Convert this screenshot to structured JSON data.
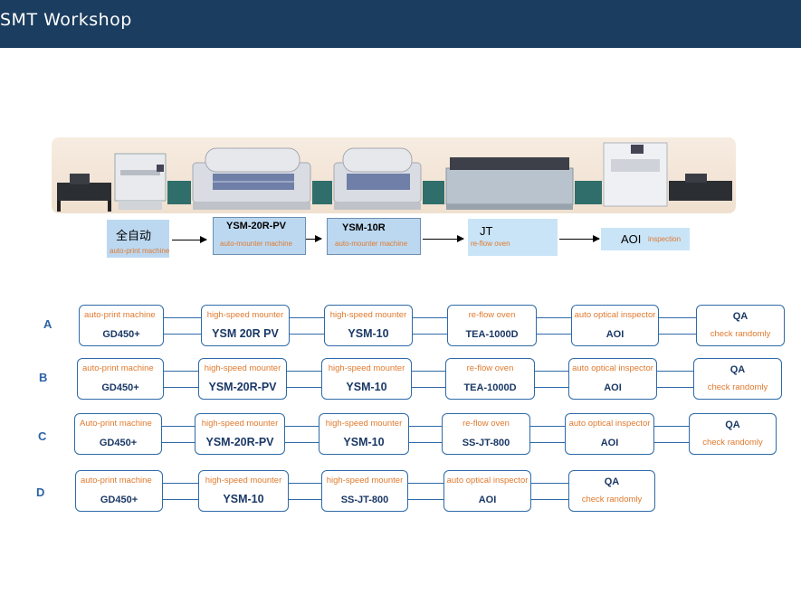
{
  "header": {
    "title": "SMT Workshop"
  },
  "flow": [
    {
      "main": "全自动",
      "sub": "auto-print machine"
    },
    {
      "main": "YSM-20R-PV",
      "sub": "auto-mounter machine"
    },
    {
      "main": "YSM-10R",
      "sub": "auto-mounter machine"
    },
    {
      "main": "JT",
      "sub": "re-flow oven"
    },
    {
      "main": "AOI",
      "sub": "inspection"
    }
  ],
  "lines": [
    {
      "letter": "A",
      "stages": [
        {
          "label": "auto-print machine",
          "value": "GD450+"
        },
        {
          "label": "high-speed mounter",
          "value": "YSM 20R PV"
        },
        {
          "label": "high-speed mounter",
          "value": "YSM-10"
        },
        {
          "label": "re-flow oven",
          "value": "TEA-1000D"
        },
        {
          "label": "auto optical inspector",
          "value": "AOI"
        },
        {
          "label": "QA",
          "value": "check randomly"
        }
      ]
    },
    {
      "letter": "B",
      "stages": [
        {
          "label": "auto-print machine",
          "value": "GD450+"
        },
        {
          "label": "high-speed mounter",
          "value": "YSM-20R-PV"
        },
        {
          "label": "high-speed mounter",
          "value": "YSM-10"
        },
        {
          "label": "re-flow oven",
          "value": "TEA-1000D"
        },
        {
          "label": "auto optical inspector",
          "value": "AOI"
        },
        {
          "label": "QA",
          "value": "check randomly"
        }
      ]
    },
    {
      "letter": "C",
      "stages": [
        {
          "label": "Auto-print machine",
          "value": "GD450+"
        },
        {
          "label": "high-speed mounter",
          "value": "YSM-20R-PV"
        },
        {
          "label": "high-speed mounter",
          "value": "YSM-10"
        },
        {
          "label": "re-flow oven",
          "value": "SS-JT-800"
        },
        {
          "label": "auto optical inspector",
          "value": "AOI"
        },
        {
          "label": "QA",
          "value": "check randomly"
        }
      ]
    },
    {
      "letter": "D",
      "stages": [
        {
          "label": "auto-print machine",
          "value": "GD450+"
        },
        {
          "label": "high-speed mounter",
          "value": "YSM-10"
        },
        {
          "label": "high-speed mounter",
          "value": "SS-JT-800"
        },
        {
          "label": "auto optical inspector",
          "value": "AOI"
        },
        {
          "label": "QA",
          "value": "check randomly"
        }
      ]
    }
  ],
  "colors": {
    "header": "#1b3d5f",
    "box_border": "#2f6aa8",
    "label": "#e07a2e",
    "value": "#1a3866",
    "flow_box": "#bcd8f1"
  }
}
